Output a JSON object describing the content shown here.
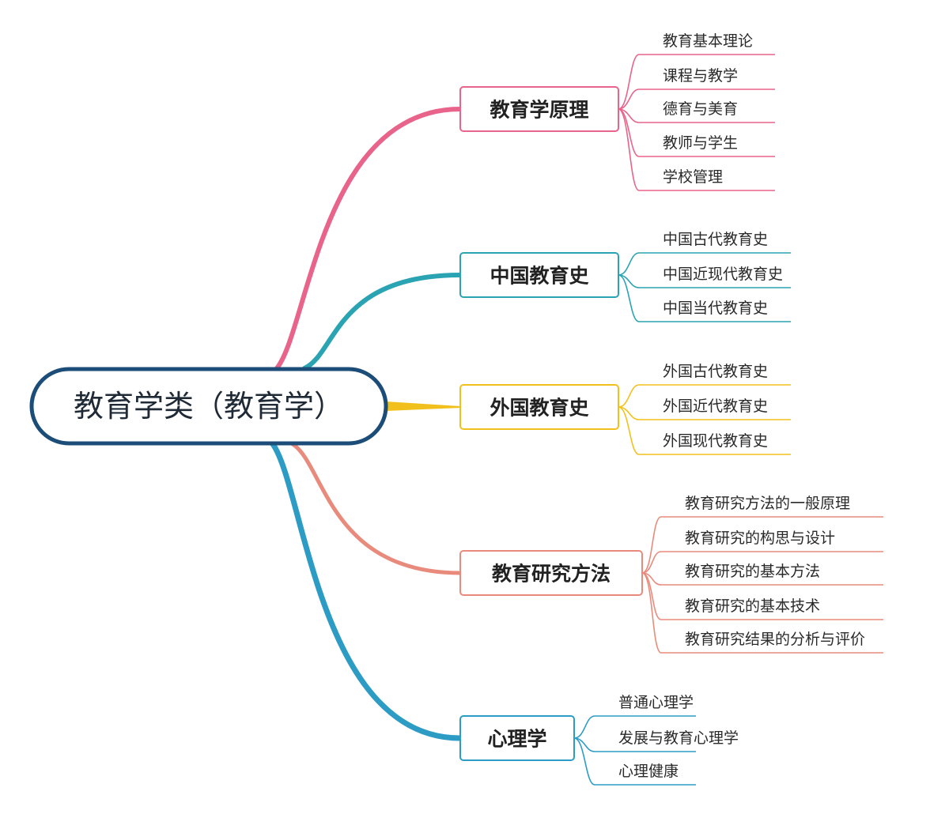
{
  "root": {
    "label": "教育学类（教育学）",
    "color": "#1c4d78"
  },
  "branches": [
    {
      "label": "教育学原理",
      "color": "#e8648a",
      "children": [
        "教育基本理论",
        "课程与教学",
        "德育与美育",
        "教师与学生",
        "学校管理"
      ]
    },
    {
      "label": "中国教育史",
      "color": "#2aa3b3",
      "children": [
        "中国古代教育史",
        "中国近现代教育史",
        "中国当代教育史"
      ]
    },
    {
      "label": "外国教育史",
      "color": "#f2c01c",
      "children": [
        "外国古代教育史",
        "外国近代教育史",
        "外国现代教育史"
      ]
    },
    {
      "label": "教育研究方法",
      "color": "#e98b7c",
      "children": [
        "教育研究方法的一般原理",
        "教育研究的构思与设计",
        "教育研究的基本方法",
        "教育研究的基本技术",
        "教育研究结果的分析与评价"
      ]
    },
    {
      "label": "心理学",
      "color": "#2d9cc4",
      "children": [
        "普通心理学",
        "发展与教育心理学",
        "心理健康"
      ]
    }
  ]
}
